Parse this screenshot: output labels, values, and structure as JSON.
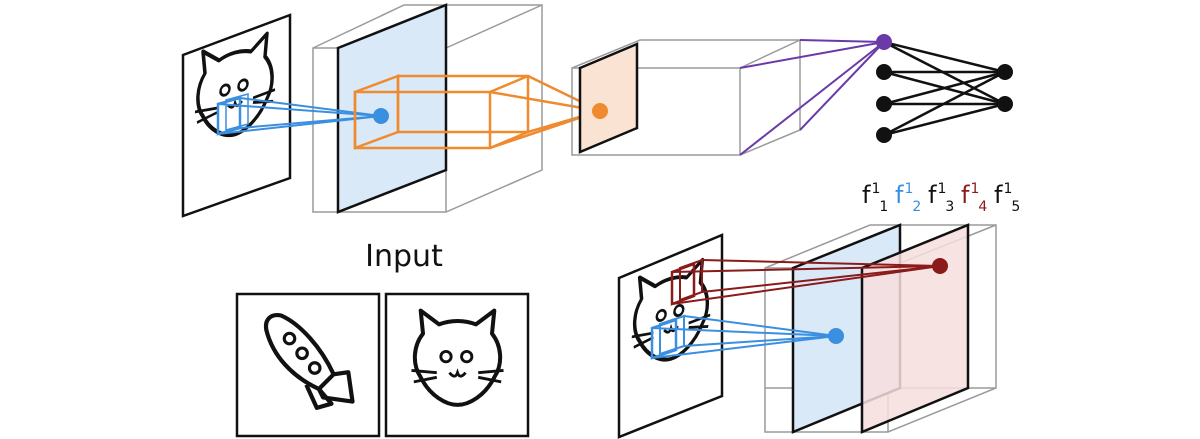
{
  "labels": {
    "input": "Input",
    "filters": [
      {
        "base": "f",
        "sup": "1",
        "sub": "1",
        "color": "#111111"
      },
      {
        "base": "f",
        "sup": "1",
        "sub": "2",
        "color": "#3b8fe0"
      },
      {
        "base": "f",
        "sup": "1",
        "sub": "3",
        "color": "#111111"
      },
      {
        "base": "f",
        "sup": "1",
        "sub": "4",
        "color": "#8b1a1a"
      },
      {
        "base": "f",
        "sup": "1",
        "sub": "5",
        "color": "#111111"
      }
    ]
  },
  "colors": {
    "blue": "#3b8fe0",
    "orange": "#ef8a2e",
    "purple": "#6a3aa8",
    "red": "#8b1a1a",
    "grey": "#8a8a8a",
    "blue_fill": "#d9e9f8",
    "orange_fill": "#fbe3d3",
    "red_fill": "#f7dede"
  },
  "icons": [
    "cat-drawing-icon",
    "rocket-drawing-icon"
  ]
}
